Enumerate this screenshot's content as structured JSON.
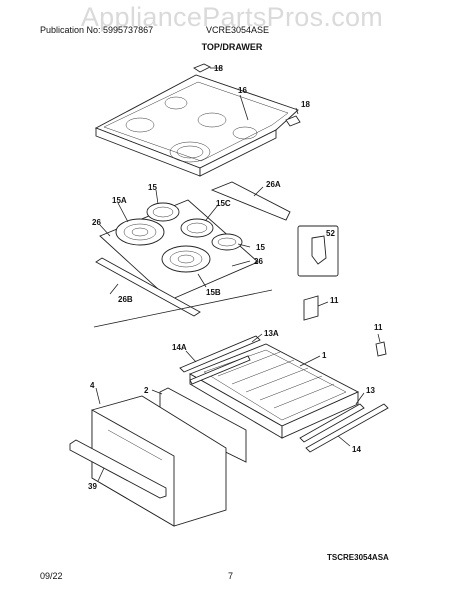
{
  "header": {
    "publication": "Publication No: 5995737867",
    "model": "VCRE3054ASE",
    "section_title": "TOP/DRAWER"
  },
  "watermark": "AppliancePartsPros.com",
  "diagram_code": "TSCRE3054ASA",
  "footer": {
    "date": "09/22",
    "page": "7"
  },
  "callouts": {
    "p18a": "18",
    "p16": "16",
    "p18b": "18",
    "p26a": "26A",
    "p15a": "15",
    "p15A": "15A",
    "p15c": "15C",
    "p26": "26",
    "p52": "52",
    "p15b": "15",
    "p26b2": "26",
    "p15B": "15B",
    "p26B": "26B",
    "p11a": "11",
    "p13A": "13A",
    "p14A": "14A",
    "p11b": "11",
    "p1": "1",
    "p4": "4",
    "p2": "2",
    "p13": "13",
    "p14": "14",
    "p39": "39"
  }
}
